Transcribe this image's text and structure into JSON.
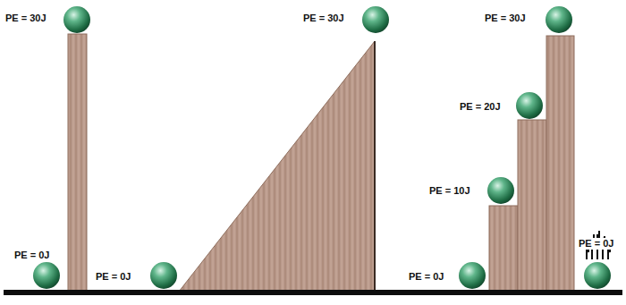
{
  "diagram": {
    "labels": [
      "PE = 30J",
      "PE = 30J",
      "PE = 30J",
      "PE = 20J",
      "PE = 10J",
      "PE = 0J",
      "PE = 0J",
      "PE = 0J",
      "PE = 0J"
    ]
  }
}
